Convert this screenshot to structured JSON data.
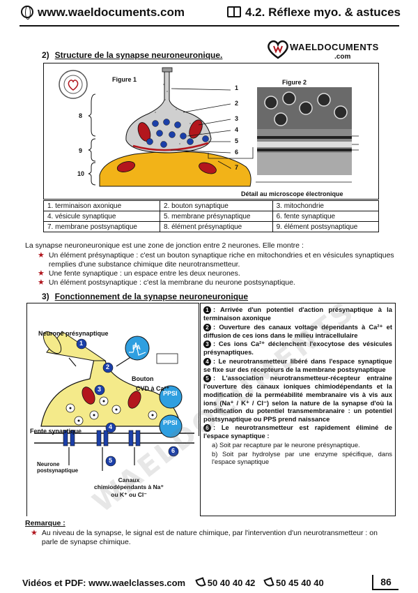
{
  "header": {
    "site": "www.waeldocuments.com",
    "chapter": "4.2. Réflexe myo. & astuces"
  },
  "section2": {
    "number": "2)",
    "title": "Structure de la synapse neuroneuronique."
  },
  "logo": {
    "name": "WAELDOCUMENTS",
    "suffix": ".com"
  },
  "figure1": {
    "caption": "Figure 1",
    "numbers": [
      "1",
      "2",
      "3",
      "4",
      "5",
      "6",
      "7"
    ],
    "sides": [
      "8",
      "9",
      "10"
    ]
  },
  "figure2": {
    "caption": "Figure 2",
    "detail": "Détail au microscope électronique"
  },
  "legend": [
    [
      "1.  terminaison axonique",
      "2.  bouton synaptique",
      "3.  mitochondrie"
    ],
    [
      "4.  vésicule synaptique",
      "5.  membrane présynaptique",
      "6.  fente synaptique"
    ],
    [
      "7.  membrane postsynaptique",
      "8.  élément présynaptique",
      "9.  élément postsynaptique"
    ]
  ],
  "intro": "La synapse neuroneuronique est une zone de jonction entre 2 neurones. Elle montre :",
  "bullets": [
    "Un élément présynaptique : c'est un bouton synaptique riche en mitochondries et en vésicules synaptiques remplies d'une substance chimique dite neurotransmetteur.",
    "Une fente synaptique : un espace entre les deux neurones.",
    "Un élément postsynaptique : c'est la membrane du neurone postsynaptique."
  ],
  "section3": {
    "number": "3)",
    "title": "Fonctionnement de la synapse neuroneuronique"
  },
  "diagram": {
    "neurone_pre": "Neurone présynaptique",
    "bouton": "Bouton",
    "cvd": "CVD à Ca²⁺",
    "pa": "PA",
    "ppsi": "PPSI",
    "fente": "Fente synaptique",
    "neurone_post": "Neurone postsynaptique",
    "canaux": "Canaux chimiodépendants à Na⁺ ou K⁺ ou Cl⁻",
    "markers": [
      "1",
      "2",
      "3",
      "4",
      "5",
      "6"
    ]
  },
  "steps": {
    "s1_lbl": ": Arrivée d'un potentiel d'action présynaptique à la terminaison axonique",
    "s2_lbl": ": Ouverture des canaux voltage dépendants à Ca²⁺ et diffusion de ces ions dans le milieu intracellulaire",
    "s3_lbl": ": Ces ions Ca²⁺ déclenchent l'exocytose des vésicules présynaptiques.",
    "s4_lbl": ": Le neurotransmetteur libéré dans l'espace synaptique se fixe sur des récepteurs de la membrane postsynaptique",
    "s5_lbl": ": L'association neurotransmetteur-récepteur entraine l'ouverture des canaux ioniques chimiodépendants et la modification de la perméabilité membranaire vis à vis aux ions (Na⁺ / K⁺ / Cl⁻) selon la nature de la synapse d'où la modification du potentiel transmembranaire : un potentiel postsynaptique ou PPS prend naissance",
    "s6_lbl": ": Le neurotransmetteur est rapidement éliminé de l'espace synaptique :",
    "a": "a)  Soit par recapture par le neurone présynaptique.",
    "b": "b)  Soit par hydrolyse par une enzyme spécifique, dans l'espace synaptique"
  },
  "remarque": {
    "title": "Remarque :",
    "text": "Au niveau de la synapse, le signal est de nature chimique, par l'intervention d'un neurotransmetteur : on parle de synapse chimique."
  },
  "footer": {
    "text": "Vidéos et PDF: www.waelclasses.com",
    "phone1": "50 40 40 42",
    "phone2": "50 45 40 40",
    "page": "86"
  },
  "colors": {
    "vesicle_blue": "#1b3fa8",
    "mito_red": "#b3161d",
    "post_yellow": "#f2b318",
    "accent_red": "#b0141c"
  }
}
